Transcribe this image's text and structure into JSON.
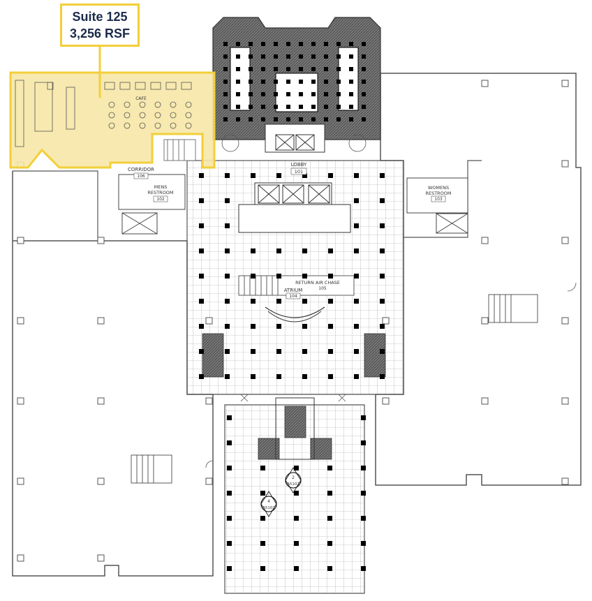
{
  "callout": {
    "suite_label": "Suite 125",
    "area_label": "3,256 RSF"
  },
  "rooms": {
    "lobby": {
      "name": "LOBBY",
      "number": "101"
    },
    "corridor": {
      "name": "CORRIDOR",
      "number": "106"
    },
    "mens_restroom": {
      "name_line1": "MENS",
      "name_line2": "RESTROOM",
      "number": "102"
    },
    "womens_restroom": {
      "name_line1": "WOMENS",
      "name_line2": "RESTROOM",
      "number": "103"
    },
    "atrium": {
      "name": "ATRIUM",
      "number": "104"
    },
    "return_air_chase": {
      "name": "RETURN AIR CHASE",
      "number": "105"
    },
    "cafe": {
      "name": "CAFE"
    }
  },
  "section_markers": [
    {
      "number": "2",
      "sheet": "A5102"
    },
    {
      "number": "4",
      "sheet": "A5102"
    }
  ],
  "colors": {
    "suite_highlight": "#f6e7a6",
    "suite_outline": "#f2cf3b",
    "callout_text": "#1b2a4a",
    "wall": "#444444",
    "grid": "#888888",
    "column": "#000000"
  }
}
